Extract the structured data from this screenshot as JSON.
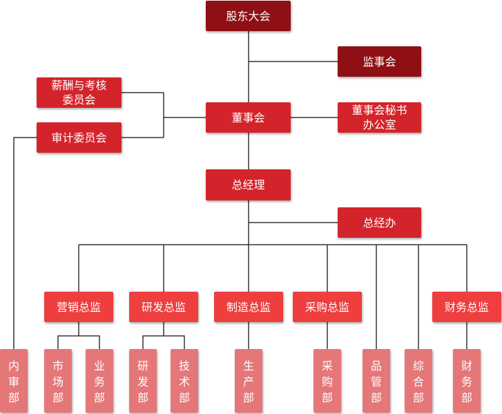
{
  "colors": {
    "top_level": "#8e1014",
    "mid_level": "#d4242b",
    "director": "#ee3e3e",
    "department": "#e57779",
    "line": "#333333"
  },
  "nodes": {
    "shareholders_meeting": "股东大会",
    "supervisory_board": "监事会",
    "board_of_directors": "董事会",
    "compensation_committee": [
      "薪酬与考核",
      "委员会"
    ],
    "audit_committee": "审计委员会",
    "board_secretary_office": [
      "董事会秘书",
      "办公室"
    ],
    "general_manager": "总经理",
    "gm_office": "总经办",
    "directors": {
      "marketing": "营销总监",
      "rnd": "研发总监",
      "manufacturing": "制造总监",
      "purchasing": "采购总监",
      "finance": "财务总监"
    },
    "departments": {
      "internal_audit": "内审部",
      "market": "市场部",
      "business": "业务部",
      "rnd": "研发部",
      "technology": "技术部",
      "production": "生产部",
      "purchasing": "采购部",
      "quality": "品管部",
      "general_affairs": "综合部",
      "finance": "财务部"
    }
  }
}
